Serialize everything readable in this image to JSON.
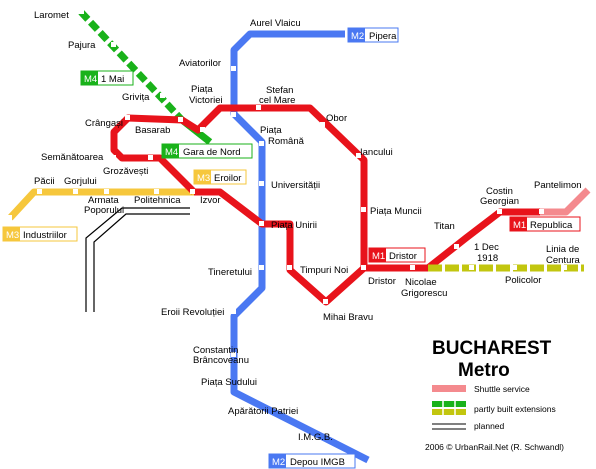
{
  "title": {
    "line1": "BUCHAREST",
    "line2": "Metro"
  },
  "credit": "2006 © UrbanRail.Net (R. Schwandl)",
  "legend": [
    {
      "key": "shuttle",
      "label": "Shuttle service"
    },
    {
      "key": "partly",
      "label": "partly built extensions"
    },
    {
      "key": "planned",
      "label": "planned"
    }
  ],
  "colors": {
    "m1": "#e8131b",
    "m2": "#4a78f2",
    "m3": "#f6c73c",
    "m4": "#19b21a",
    "shuttle": "#f48a8e",
    "extension": "#c2c60f",
    "station_fill": "#ffffff",
    "tag_m2": "#4a78f2",
    "tag_m4": "#19b21a",
    "tag_m3": "#f6c73c",
    "tag_m1": "#e8131b"
  },
  "line_tags": [
    {
      "id": "m2-pipera",
      "code": "M2",
      "terminus": "Pipera"
    },
    {
      "id": "m4-1mai",
      "code": "M4",
      "terminus": "1 Mai"
    },
    {
      "id": "m4-garadenord",
      "code": "M4",
      "terminus": "Gara de Nord"
    },
    {
      "id": "m3-eroilor",
      "code": "M3",
      "terminus": "Eroilor"
    },
    {
      "id": "m3-industriilor",
      "code": "M3",
      "terminus": "Industriilor"
    },
    {
      "id": "m1-dristor",
      "code": "M1",
      "terminus": "Dristor"
    },
    {
      "id": "m1-republica",
      "code": "M1",
      "terminus": "Republica"
    },
    {
      "id": "m2-depouimgb",
      "code": "M2",
      "terminus": "Depou IMGB"
    }
  ],
  "stations": {
    "laromet": "Laromet",
    "pajura": "Pajura",
    "grivita": "Grivița",
    "aurel_vlaicu": "Aurel Vlaicu",
    "aviatorilor": "Aviatorilor",
    "piata_victoriei": [
      "Piața",
      "Victoriei"
    ],
    "stefan_cel_mare": [
      "Stefan",
      "cel Mare"
    ],
    "obor": "Obor",
    "iancului": "Iancului",
    "piata_muncii": "Piața Muncii",
    "crangasi": "Crângași",
    "basarab": "Basarab",
    "piata_romana": [
      "Piața",
      "Română"
    ],
    "semanatoarea": "Semănătoarea",
    "grozavesti": "Grozăvești",
    "pacii": "Păcii",
    "gorjului": "Gorjului",
    "armata_poporului": [
      "Armata",
      "Poporului"
    ],
    "politehnica": "Politehnica",
    "izvor": "Izvor",
    "universitatii": "Universității",
    "piata_unirii": "Piața Unirii",
    "tineretului": "Tineretului",
    "timpuri_noi": "Timpuri Noi",
    "mihai_bravu": "Mihai Bravu",
    "dristor": "Dristor",
    "titan": "Titan",
    "costin_georgian": [
      "Costin",
      "Georgian"
    ],
    "pantelimon": "Pantelimon",
    "dec_1918": [
      "1 Dec",
      "1918"
    ],
    "nicolae_grigorescu": [
      "Nicolae",
      "Grigorescu"
    ],
    "policolor": "Policolor",
    "linia_de_centura": [
      "Linia de",
      "Centura"
    ],
    "eroii_revolutiei": "Eroii Revoluției",
    "constantin_brancoveanu": [
      "Constantin",
      "Brâncoveanu"
    ],
    "piata_sudului": "Piața Sudului",
    "aparatorii_patriei": "Apărătorii Patriei",
    "imgb": "I.M.G.B."
  }
}
